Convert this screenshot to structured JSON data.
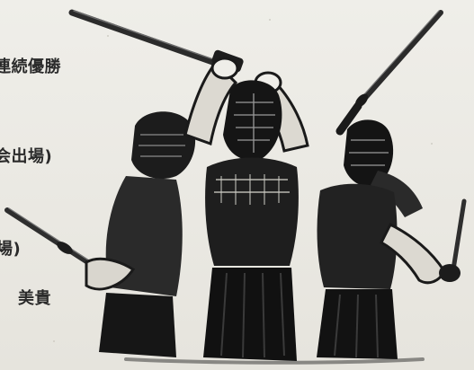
{
  "texts": {
    "line1": "連続優勝",
    "line2": "会出場)",
    "line3": "場)",
    "line4": "美貴"
  },
  "illustration": {
    "style": "ink-brush sketch",
    "subject": "kendo",
    "ink_color": "#141414",
    "paper_color": "#ecebe6"
  }
}
